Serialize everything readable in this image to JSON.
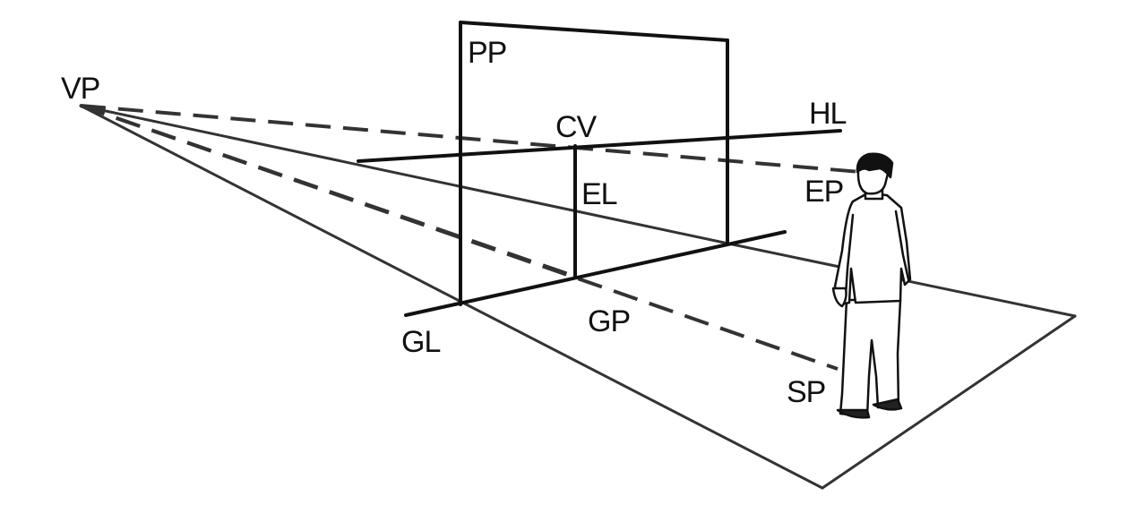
{
  "labels": {
    "vp": "VP",
    "pp": "PP",
    "cv": "CV",
    "hl": "HL",
    "ep": "EP",
    "el": "EL",
    "gl": "GL",
    "gp": "GP",
    "sp": "SP"
  },
  "colors": {
    "ink": "#111111",
    "background": "#ffffff"
  }
}
